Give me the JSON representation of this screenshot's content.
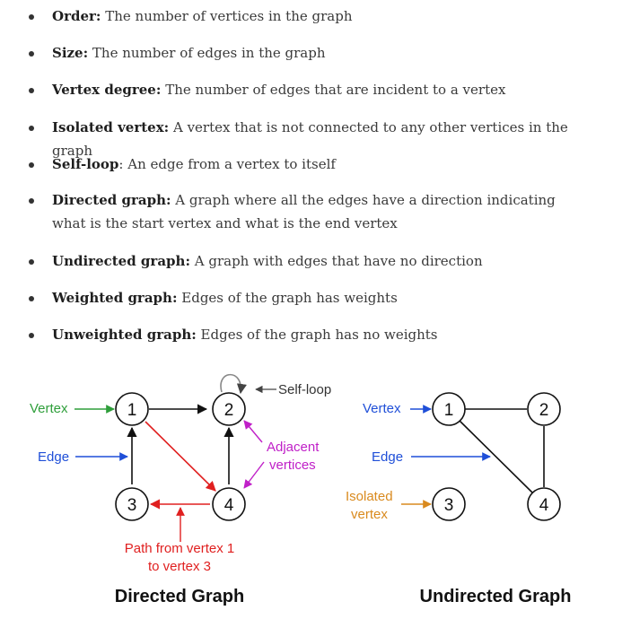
{
  "definitions": [
    {
      "term": "Order:",
      "desc": "The number of vertices in the graph"
    },
    {
      "term": "Size:",
      "desc": "The number of edges in the graph"
    },
    {
      "term": "Vertex degree:",
      "desc": "The number of edges that are incident to a vertex"
    },
    {
      "term": "Isolated vertex:",
      "desc": "A vertex that is not connected to any other vertices in the graph"
    },
    {
      "term": "Self-loop",
      "desc": ": An edge from a vertex to itself"
    },
    {
      "term": "Directed graph:",
      "desc": "A graph where all the edges have a direction indicating what is the start vertex and what is the end vertex"
    },
    {
      "term": "Undirected graph:",
      "desc": "A graph with edges that have no direction"
    },
    {
      "term": "Weighted graph:",
      "desc": "Edges of the graph has weights"
    },
    {
      "term": "Unweighted graph:",
      "desc": "Edges of the graph has no weights"
    }
  ],
  "directed": {
    "title": "Directed Graph",
    "vertex_labels": [
      "1",
      "2",
      "3",
      "4"
    ],
    "vertex_label": "Vertex",
    "edge_label": "Edge",
    "self_loop_label": "Self-loop",
    "adjacent_line1": "Adjacent",
    "adjacent_line2": "vertices",
    "path_line1": "Path from vertex 1",
    "path_line2": "to vertex 3"
  },
  "undirected": {
    "title": "Undirected Graph",
    "vertex_labels": [
      "1",
      "2",
      "3",
      "4"
    ],
    "vertex_label": "Vertex",
    "edge_label": "Edge",
    "isolated_line1": "Isolated",
    "isolated_line2": "vertex"
  },
  "colors": {
    "green": "#2e9e3a",
    "blue": "#1f4fd8",
    "red": "#e02020",
    "magenta": "#c020c8",
    "orange": "#d98a1e",
    "black": "#111111"
  }
}
